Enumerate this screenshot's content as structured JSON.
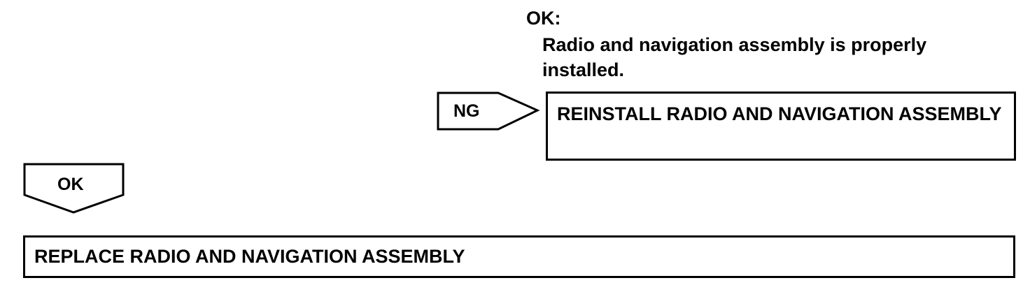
{
  "ok_criteria": {
    "label": "OK:",
    "text": "Radio and navigation assembly is properly installed."
  },
  "ng_branch": {
    "arrow_label": "NG",
    "action": "REINSTALL RADIO AND NAVIGATION ASSEMBLY"
  },
  "ok_branch": {
    "arrow_label": "OK",
    "action": "REPLACE RADIO AND NAVIGATION ASSEMBLY"
  },
  "colors": {
    "line": "#000000",
    "background": "#ffffff"
  }
}
